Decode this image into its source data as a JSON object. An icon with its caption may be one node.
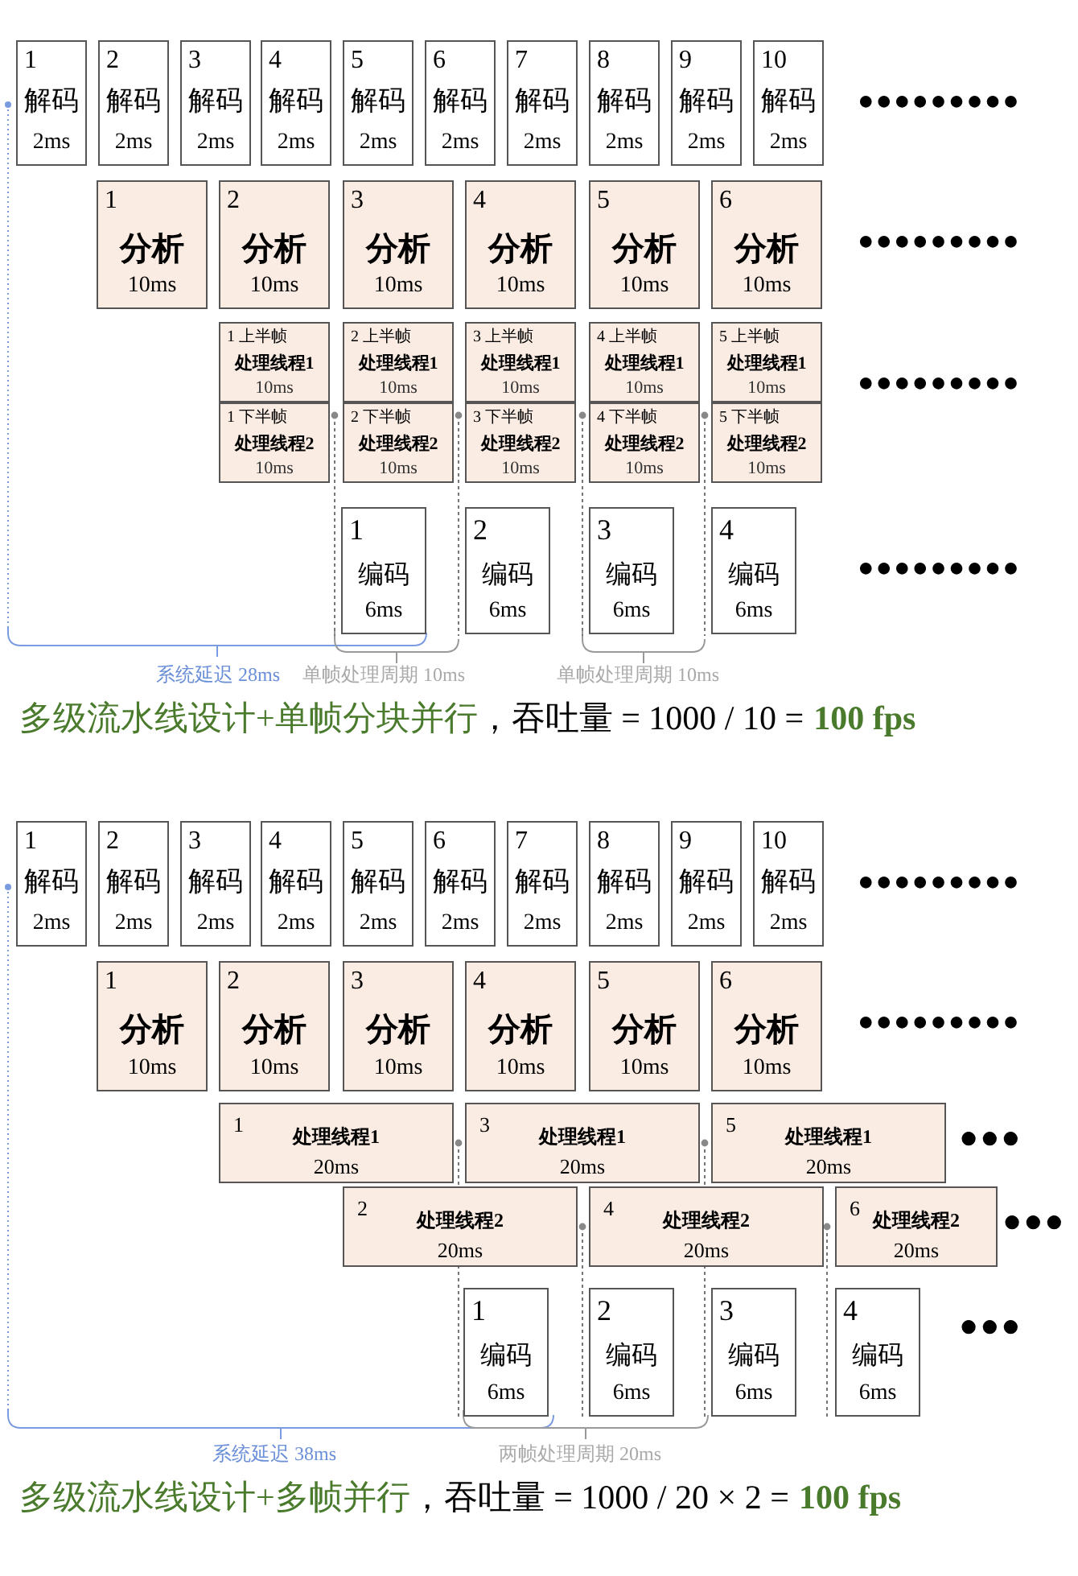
{
  "diagram": {
    "nodes": [
      {
        "text": [
          "1",
          "解码",
          "2ms"
        ]
      },
      {
        "text": [
          "2",
          "解码",
          "2ms"
        ]
      },
      {
        "text": [
          "3",
          "解码",
          "2ms"
        ]
      },
      {
        "text": [
          "4",
          "解码",
          "2ms"
        ]
      },
      {
        "text": [
          "5",
          "解码",
          "2ms"
        ]
      },
      {
        "text": [
          "6",
          "解码",
          "2ms"
        ]
      },
      {
        "text": [
          "7",
          "解码",
          "2ms"
        ]
      },
      {
        "text": [
          "8",
          "解码",
          "2ms"
        ]
      },
      {
        "text": [
          "9",
          "解码",
          "2ms"
        ]
      },
      {
        "text": [
          "10",
          "解码",
          "2ms"
        ]
      },
      {
        "text": [
          "1",
          "分析",
          "10ms"
        ]
      },
      {
        "text": [
          "2",
          "分析",
          "10ms"
        ]
      },
      {
        "text": [
          "3",
          "分析",
          "10ms"
        ]
      },
      {
        "text": [
          "4",
          "分析",
          "10ms"
        ]
      },
      {
        "text": [
          "5",
          "分析",
          "10ms"
        ]
      },
      {
        "text": [
          "6",
          "分析",
          "10ms"
        ]
      },
      {
        "text": [
          "1 上半帧",
          "处理线程1",
          "10ms"
        ]
      },
      {
        "text": [
          "2 上半帧",
          "处理线程1",
          "10ms"
        ]
      },
      {
        "text": [
          "3 上半帧",
          "处理线程1",
          "10ms"
        ]
      },
      {
        "text": [
          "4 上半帧",
          "处理线程1",
          "10ms"
        ]
      },
      {
        "text": [
          "5 上半帧",
          "处理线程1",
          "10ms"
        ]
      },
      {
        "text": [
          "1 下半帧",
          "处理线程2",
          "10ms"
        ]
      },
      {
        "text": [
          "2 下半帧",
          "处理线程2",
          "10ms"
        ]
      },
      {
        "text": [
          "3 下半帧",
          "处理线程2",
          "10ms"
        ]
      },
      {
        "text": [
          "4 下半帧",
          "处理线程2",
          "10ms"
        ]
      },
      {
        "text": [
          "5 下半帧",
          "处理线程2",
          "10ms"
        ]
      },
      {
        "text": [
          "1",
          "编码",
          "6ms"
        ]
      },
      {
        "text": [
          "2",
          "编码",
          "6ms"
        ]
      },
      {
        "text": [
          "3",
          "编码",
          "6ms"
        ]
      },
      {
        "text": [
          "4",
          "编码",
          "6ms"
        ]
      },
      {
        "text": [
          "1",
          "解码",
          "2ms"
        ]
      },
      {
        "text": [
          "2",
          "解码",
          "2ms"
        ]
      },
      {
        "text": [
          "3",
          "解码",
          "2ms"
        ]
      },
      {
        "text": [
          "4",
          "解码",
          "2ms"
        ]
      },
      {
        "text": [
          "5",
          "解码",
          "2ms"
        ]
      },
      {
        "text": [
          "6",
          "解码",
          "2ms"
        ]
      },
      {
        "text": [
          "7",
          "解码",
          "2ms"
        ]
      },
      {
        "text": [
          "8",
          "解码",
          "2ms"
        ]
      },
      {
        "text": [
          "9",
          "解码",
          "2ms"
        ]
      },
      {
        "text": [
          "10",
          "解码",
          "2ms"
        ]
      },
      {
        "text": [
          "1",
          "分析",
          "10ms"
        ]
      },
      {
        "text": [
          "2",
          "分析",
          "10ms"
        ]
      },
      {
        "text": [
          "3",
          "分析",
          "10ms"
        ]
      },
      {
        "text": [
          "4",
          "分析",
          "10ms"
        ]
      },
      {
        "text": [
          "5",
          "分析",
          "10ms"
        ]
      },
      {
        "text": [
          "6",
          "分析",
          "10ms"
        ]
      },
      {
        "text": [
          "1",
          "处理线程1",
          "20ms"
        ]
      },
      {
        "text": [
          "3",
          "处理线程1",
          "20ms"
        ]
      },
      {
        "text": [
          "5",
          "处理线程1",
          "20ms"
        ]
      },
      {
        "text": [
          "2",
          "处理线程2",
          "20ms"
        ]
      },
      {
        "text": [
          "4",
          "处理线程2",
          "20ms"
        ]
      },
      {
        "text": [
          "6",
          "处理线程2",
          "20ms"
        ]
      },
      {
        "text": [
          "1",
          "编码",
          "6ms"
        ]
      },
      {
        "text": [
          "2",
          "编码",
          "6ms"
        ]
      },
      {
        "text": [
          "3",
          "编码",
          "6ms"
        ]
      },
      {
        "text": [
          "4",
          "编码",
          "6ms"
        ]
      }
    ],
    "edges": [],
    "labels": [
      "●●●●●●●●●",
      "●●●●●●●●●",
      "●●●●●●●●●",
      "●●●●●●●●●",
      "系统延迟 28ms",
      "单帧处理周期 10ms",
      "单帧处理周期 10ms",
      "多级流水线设计+单帧分块并行",
      "，吞吐量 = 1000 / 10 =",
      "100 fps",
      "●●●●●●●●●",
      "●●●●●●●●●",
      "●●●",
      "●●●",
      "●●●",
      "系统延迟 38ms",
      "两帧处理周期 20ms",
      "多级流水线设计+多帧并行",
      "，吞吐量 = 1000 / 20 × 2 =",
      "100 fps"
    ]
  }
}
